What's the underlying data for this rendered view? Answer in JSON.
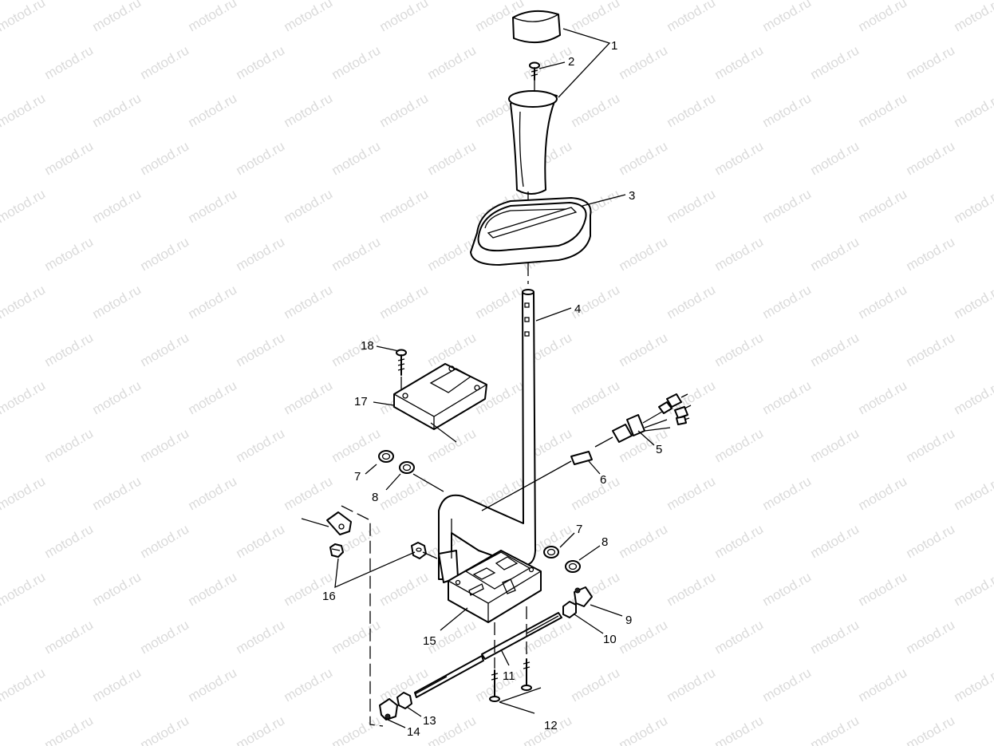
{
  "watermark": "motod.ru",
  "callouts": {
    "c1": "1",
    "c2": "2",
    "c3": "3",
    "c4": "4",
    "c5": "5",
    "c6": "6",
    "c7a": "7",
    "c7b": "7",
    "c8a": "8",
    "c8b": "8",
    "c9": "9",
    "c10": "10",
    "c11": "11",
    "c12": "12",
    "c13": "13",
    "c14": "14",
    "c15": "15",
    "c16": "16",
    "c17": "17",
    "c18": "18"
  },
  "colors": {
    "line": "#000000",
    "watermark": "#bdbdbd",
    "background": "#ffffff"
  }
}
